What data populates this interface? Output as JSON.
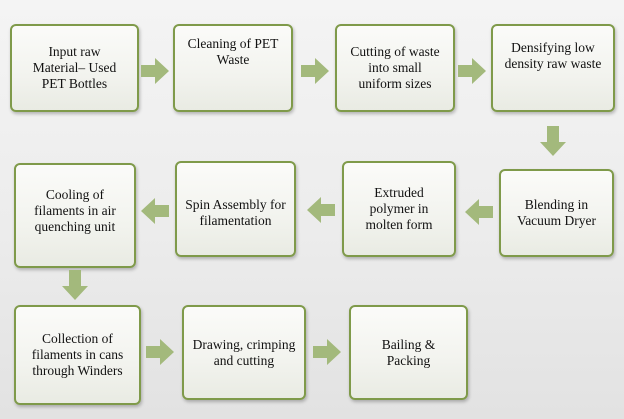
{
  "diagram": {
    "colors": {
      "box_border": "#7f9a4a",
      "box_fill": "#f2f3ee",
      "arrow_fill": "#a3b97c",
      "background": "#ececec"
    },
    "steps": [
      {
        "id": "input-raw-material",
        "label": "Input raw\nMaterial– Used\nPET Bottles"
      },
      {
        "id": "cleaning-pet-waste",
        "label": "Cleaning of PET\nWaste"
      },
      {
        "id": "cutting-waste",
        "label": "Cutting of waste\ninto small\nuniform sizes"
      },
      {
        "id": "densifying",
        "label": "Densifying  low\ndensity raw waste"
      },
      {
        "id": "blending-vacuum-dryer",
        "label": "Blending in\nVacuum Dryer"
      },
      {
        "id": "extruded-polymer",
        "label": "Extruded\npolymer in\nmolten form"
      },
      {
        "id": "spin-assembly",
        "label": "Spin Assembly for\nfilamentation"
      },
      {
        "id": "cooling-filaments",
        "label": "Cooling of\nfilaments in air\nquenching unit"
      },
      {
        "id": "collection-filaments",
        "label": "Collection of\nfilaments in cans\nthrough Winders"
      },
      {
        "id": "drawing-crimping-cutting",
        "label": "Drawing, crimping\nand  cutting"
      },
      {
        "id": "bailing-packing",
        "label": "Bailing &\nPacking"
      }
    ]
  }
}
